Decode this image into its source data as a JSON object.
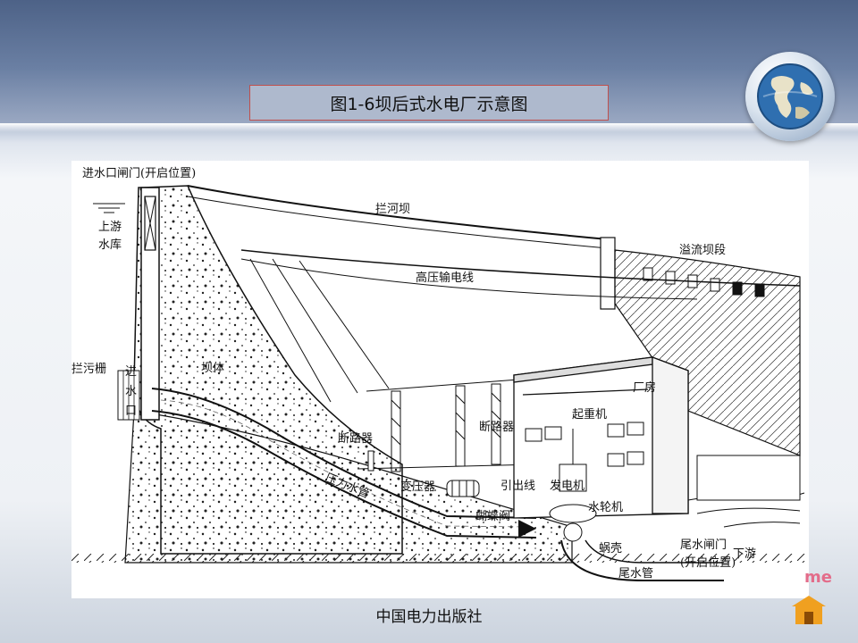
{
  "slide": {
    "title": "图1-6坝后式水电厂示意图",
    "publisher": "中国电力出版社",
    "home_label": "me"
  },
  "diagram": {
    "labels": {
      "intake_gate": "进水口闸门(开启位置)",
      "upstream_reservoir_line1": "上游",
      "upstream_reservoir_line2": "水库",
      "river_dam": "拦河坝",
      "spillway_section": "溢流坝段",
      "hv_line": "高压输电线",
      "trash_rack": "拦污栅",
      "intake_c1": "进",
      "intake_c2": "水",
      "intake_c3": "口",
      "dam_body": "坝体",
      "powerhouse": "厂房",
      "crane": "起重机",
      "breaker_1": "断路器",
      "breaker_2": "断路器",
      "penstock": "压力水管",
      "transformer": "变压器",
      "lead_out": "引出线",
      "generator": "发电机",
      "turbine": "水轮机",
      "butterfly_valve": "蝴蝶阀",
      "scroll_case": "蜗壳",
      "tail_gate_line1": "尾水闸门",
      "tail_gate_line2": "(开启位置)",
      "downstream": "下游",
      "draft_tube": "尾水管"
    }
  },
  "colors": {
    "title_border": "#c0504d",
    "header_top": "#4d6287",
    "home_text": "#e36c8a",
    "home_icon": "#f0a020"
  },
  "icons": {
    "globe": "globe-icon",
    "home": "home-icon"
  }
}
